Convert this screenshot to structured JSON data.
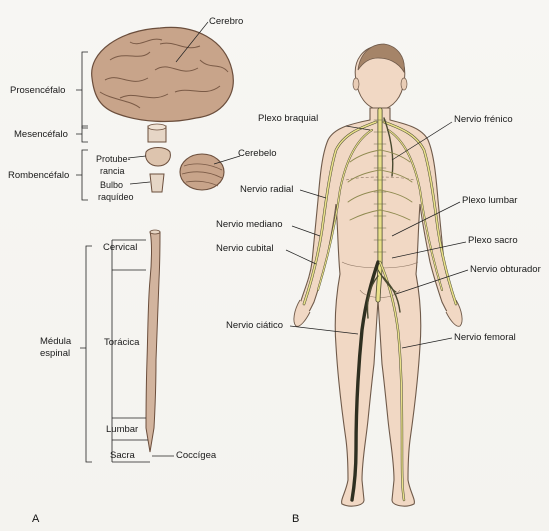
{
  "panel_a": {
    "letter": "A",
    "labels": {
      "cerebro": "Cerebro",
      "prosencefalo": "Prosencéfalo",
      "mesencefalo": "Mesencéfalo",
      "protuberancia_1": "Protube-",
      "protuberancia_2": "rancia",
      "cerebelo": "Cerebelo",
      "rombencefalo": "Rombencéfalo",
      "bulbo_1": "Bulbo",
      "bulbo_2": "raquídeo",
      "cervical": "Cervical",
      "toracica": "Torácica",
      "medula_1": "Médula",
      "medula_2": "espinal",
      "lumbar": "Lumbar",
      "sacra": "Sacra",
      "coccigea": "Coccígea"
    }
  },
  "panel_b": {
    "letter": "B",
    "labels": {
      "plexo_braquial": "Plexo braquial",
      "nervio_frenico": "Nervio frénico",
      "nervio_radial": "Nervio radial",
      "plexo_lumbar": "Plexo lumbar",
      "nervio_mediano": "Nervio mediano",
      "nervio_cubital": "Nervio cubital",
      "plexo_sacro": "Plexo sacro",
      "nervio_obturador": "Nervio obturador",
      "nervio_ciatico": "Nervio ciático",
      "nervio_femoral": "Nervio femoral"
    }
  },
  "colors": {
    "brain": "#c8a48a",
    "brain_dark": "#8a6650",
    "skin": "#f1d8c4",
    "skin_outline": "#6f5a4a",
    "nerve": "#e9e08a",
    "nerve_outline": "#4a4a30",
    "cord": "#d2b49e"
  }
}
